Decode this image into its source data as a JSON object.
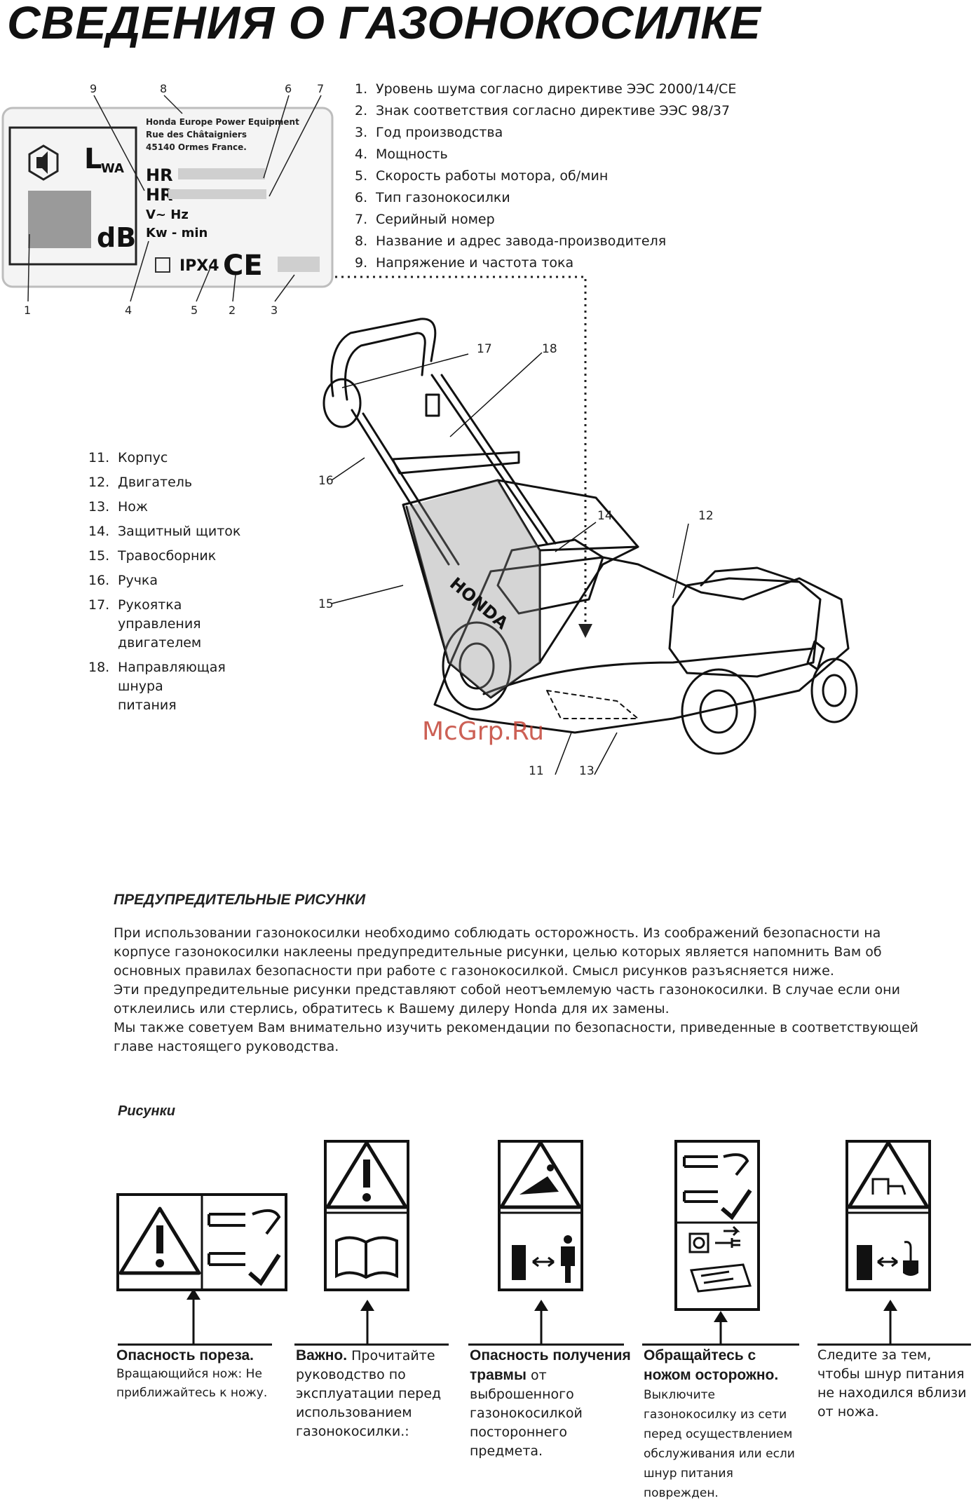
{
  "title": "СВЕДЕНИЯ О ГАЗОНОКОСИЛКЕ",
  "label_plate": {
    "manufacturer_lines": [
      "Honda Europe Power Equipment",
      "Rue des Châtaigniers",
      "45140 Ormes France."
    ],
    "lwa": "L",
    "lwa_sub": "WA",
    "db": "dB",
    "hr1": "HR",
    "hr2": "HR",
    "v_hz": "V~   Hz",
    "kw": "Kw -        min",
    "ipx": "IPX4",
    "ce": "CE",
    "callouts_top": [
      "9",
      "8",
      "6",
      "7"
    ],
    "callouts_bottom": [
      "1",
      "4",
      "5",
      "2",
      "3"
    ]
  },
  "label_legend": [
    {
      "n": "1.",
      "t": "Уровень шума согласно директиве ЭЭС 2000/14/CE"
    },
    {
      "n": "2.",
      "t": "Знак соответствия согласно директиве ЭЭС 98/37"
    },
    {
      "n": "3.",
      "t": "Год производства"
    },
    {
      "n": "4.",
      "t": "Мощность"
    },
    {
      "n": "5.",
      "t": "Скорость работы мотора, об/мин"
    },
    {
      "n": "6.",
      "t": "Тип газонокосилки"
    },
    {
      "n": "7.",
      "t": "Серийный номер"
    },
    {
      "n": "8.",
      "t": "Название и адрес завода-производителя"
    },
    {
      "n": "9.",
      "t": "Напряжение и частота тока"
    }
  ],
  "parts_legend": [
    {
      "n": "11.",
      "t": "Корпус"
    },
    {
      "n": "12.",
      "t": "Двигатель"
    },
    {
      "n": "13.",
      "t": "Нож"
    },
    {
      "n": "14.",
      "t": "Защитный щиток"
    },
    {
      "n": "15.",
      "t": "Травосборник"
    },
    {
      "n": "16.",
      "t": "Ручка"
    },
    {
      "n": "17.",
      "t": "Рукоятка управления двигателем"
    },
    {
      "n": "18.",
      "t": "Направляющая шнура питания"
    }
  ],
  "mower_callouts": {
    "c17": "17",
    "c18": "18",
    "c16": "16",
    "c14": "14",
    "c12": "12",
    "c15": "15",
    "c11": "11",
    "c13": "13"
  },
  "mower_brand": "HONDA",
  "watermark": "McGrp.Ru",
  "warnings": {
    "heading": "ПРЕДУПРЕДИТЕЛЬНЫЕ РИСУНКИ",
    "paragraphs": [
      "При использовании газонокосилки необходимо соблюдать осторожность. Из соображений безопасности на корпусе газонокосилки наклеены предупредительные рисунки, целью которых является напомнить Вам об основных правилах безопасности при работе с газонокосилкой. Смысл рисунков разъясняется ниже.",
      "Эти предупредительные рисунки представляют собой неотъемлемую часть газонокосилки. В случае если они отклеились или стерлись, обратитесь к Вашему дилеру Honda для их замены.",
      "Мы также советуем Вам внимательно изучить рекомендации по безопасности, приведенные в соответствующей главе настоящего руководства."
    ]
  },
  "pictures": {
    "heading": "Рисунки",
    "items": [
      {
        "bold": "Опасность пореза.",
        "rest": "Вращающийся нож: Не приближайтесь к ножу."
      },
      {
        "bold": "Важно.",
        "rest": "Прочитайте руководство по эксплуатации перед использованием газонокосилки.:"
      },
      {
        "bold": "Опасность получения травмы",
        "rest": "от выброшенного газонокосилкой постороннего предмета."
      },
      {
        "bold": "Обращайтесь с ножом осторожно.",
        "rest": "Выключите газонокосилку из сети перед осуществлением обслуживания или если шнур питания поврежден."
      },
      {
        "bold": "",
        "rest": "Следите за тем, чтобы шнур питания не находился вблизи от ножа."
      }
    ]
  }
}
